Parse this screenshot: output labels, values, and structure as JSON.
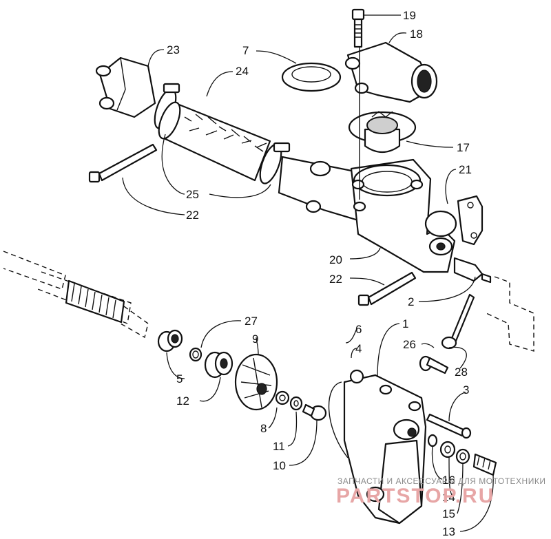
{
  "diagram": {
    "callouts": [
      {
        "id": "c19",
        "text": "19"
      },
      {
        "id": "c18",
        "text": "18"
      },
      {
        "id": "c23",
        "text": "23"
      },
      {
        "id": "c7",
        "text": "7"
      },
      {
        "id": "c24",
        "text": "24"
      },
      {
        "id": "c17",
        "text": "17"
      },
      {
        "id": "c21",
        "text": "21"
      },
      {
        "id": "c25",
        "text": "25"
      },
      {
        "id": "c22a",
        "text": "22"
      },
      {
        "id": "c20",
        "text": "20"
      },
      {
        "id": "c22b",
        "text": "22"
      },
      {
        "id": "c2",
        "text": "2"
      },
      {
        "id": "c27",
        "text": "27"
      },
      {
        "id": "c9",
        "text": "9"
      },
      {
        "id": "c6",
        "text": "6"
      },
      {
        "id": "c1",
        "text": "1"
      },
      {
        "id": "c4",
        "text": "4"
      },
      {
        "id": "c26",
        "text": "26"
      },
      {
        "id": "c28",
        "text": "28"
      },
      {
        "id": "c3",
        "text": "3"
      },
      {
        "id": "c5",
        "text": "5"
      },
      {
        "id": "c12",
        "text": "12"
      },
      {
        "id": "c8",
        "text": "8"
      },
      {
        "id": "c11",
        "text": "11"
      },
      {
        "id": "c10",
        "text": "10"
      },
      {
        "id": "c16",
        "text": "16"
      },
      {
        "id": "c14",
        "text": "14"
      },
      {
        "id": "c15",
        "text": "15"
      },
      {
        "id": "c13",
        "text": "13"
      }
    ]
  },
  "watermark": {
    "line1": "ЗАПЧАСТИ И АКСЕССУАРЫ ДЛЯ МОТОТЕХНИКИ",
    "line2": "PARTSTOP.RU",
    "color": "#e7a6a6"
  }
}
